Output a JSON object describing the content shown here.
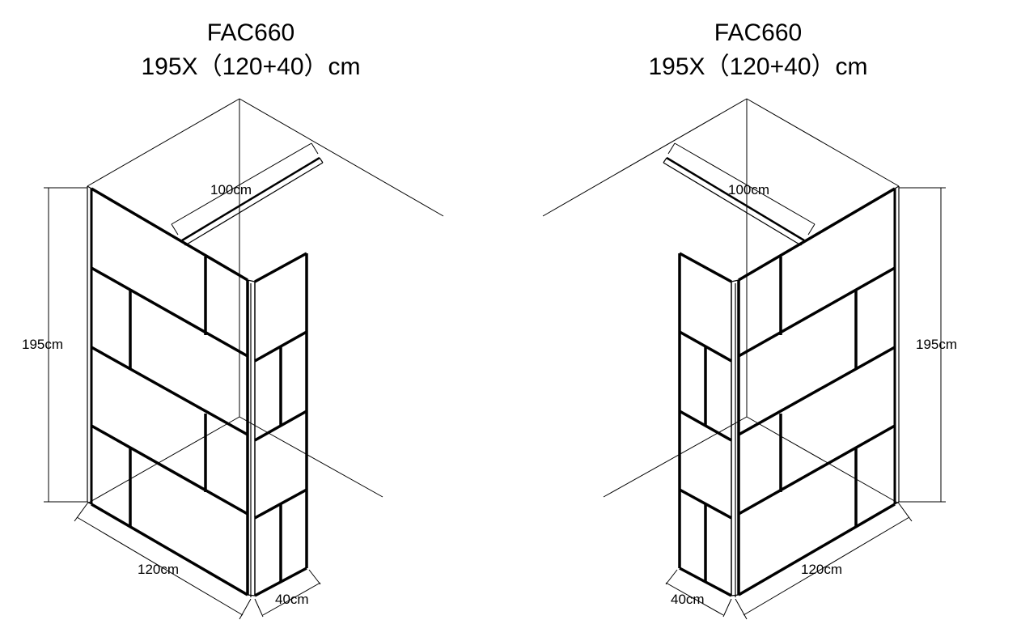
{
  "diagrams": [
    {
      "id": "left",
      "model": "FAC660",
      "size": "195X（120+40）cm",
      "dimensions": {
        "height": "195cm",
        "top_rail": "100cm",
        "main_panel": "120cm",
        "side_panel": "40cm"
      }
    },
    {
      "id": "right",
      "model": "FAC660",
      "size": "195X（120+40）cm",
      "dimensions": {
        "height": "195cm",
        "top_rail": "100cm",
        "main_panel": "120cm",
        "side_panel": "40cm"
      }
    }
  ],
  "colors": {
    "line": "#000000",
    "background": "#ffffff"
  }
}
